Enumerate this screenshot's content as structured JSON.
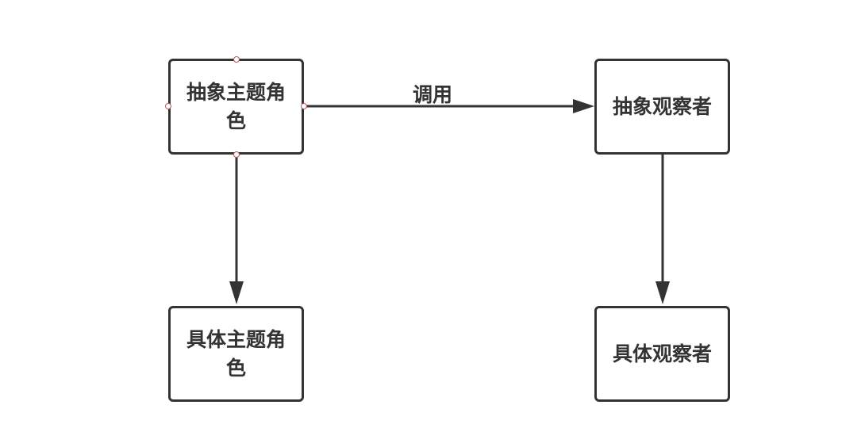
{
  "nodes": {
    "abstract_subject": "抽象主题角色",
    "abstract_observer": "抽象观察者",
    "concrete_subject": "具体主题角色",
    "concrete_observer": "具体观察者"
  },
  "edges": {
    "invoke_label": "调用"
  },
  "colors": {
    "stroke": "#333333",
    "handle_border": "#b3595e",
    "background": "#ffffff"
  }
}
